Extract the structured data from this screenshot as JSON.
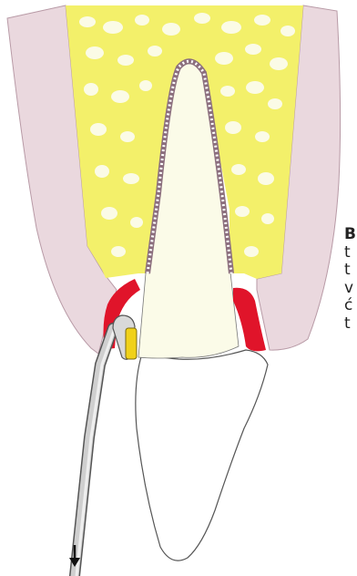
{
  "figure": {
    "kind": "dental cross-section with curette",
    "colors": {
      "gingiva": "#ead8de",
      "bone": "#f3f06a",
      "bone_pores": "#fbfbe6",
      "tooth": "#fbfbe8",
      "inflamed_tissue": "#e0142a",
      "calculus": "#f0d11a",
      "instrument": "#c7c7c7"
    },
    "icons": [
      "down-arrow-icon"
    ]
  },
  "side_text": {
    "lines": [
      "B",
      "t",
      "t",
      "v",
      "ć",
      "t"
    ]
  }
}
